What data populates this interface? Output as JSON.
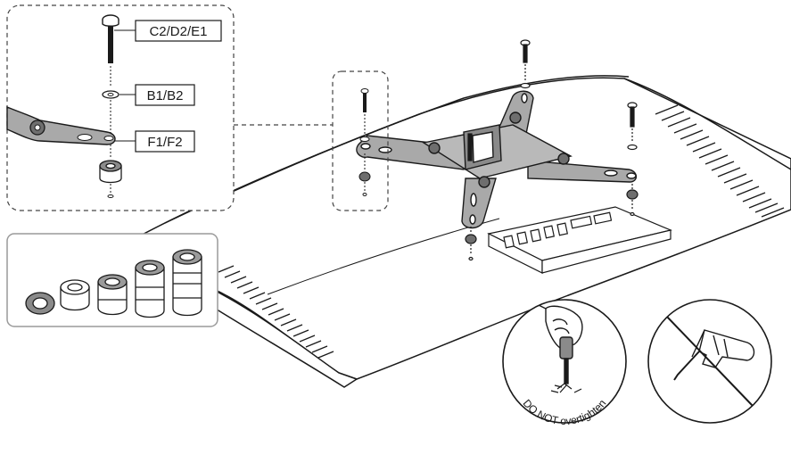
{
  "callout_labels": {
    "screw": "C2/D2/E1",
    "washer": "B1/B2",
    "bracket": "F1/F2"
  },
  "warning_text": "DO NOT overtighten",
  "colors": {
    "line": "#1a1a1a",
    "metal": "#a9a9a9",
    "metal_dark": "#6e6e6e",
    "dashed": "#444444",
    "panel_bg": "#ffffff"
  },
  "icons": {
    "spacer_set": "spacer-set-icon",
    "tightening": "screwdriver-hand-icon",
    "prohibited": "power-drill-prohibited-icon"
  }
}
